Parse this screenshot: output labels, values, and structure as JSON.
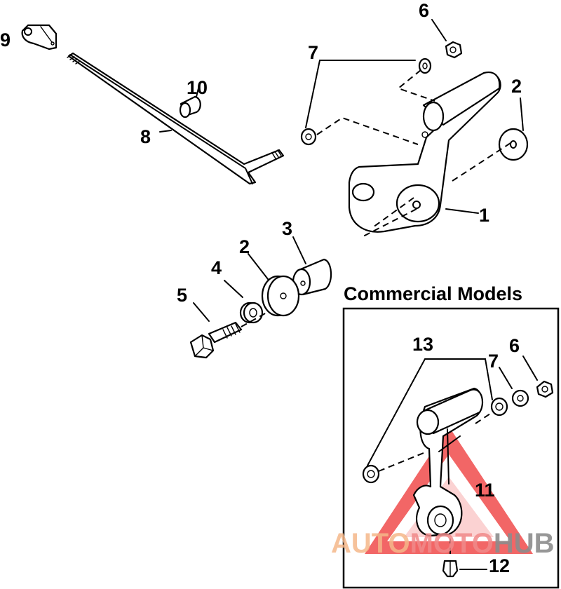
{
  "callouts": {
    "c1": "1",
    "c2a": "2",
    "c2b": "2",
    "c3": "3",
    "c4": "4",
    "c5": "5",
    "c6a": "6",
    "c6b": "6",
    "c7a": "7",
    "c7b": "7",
    "c8": "8",
    "c9": "9",
    "c10": "10",
    "c11": "11",
    "c12": "12",
    "c13": "13"
  },
  "inset": {
    "title": "Commercial Models"
  },
  "watermark": {
    "text_a": "AUTO",
    "text_b": "MOTO",
    "text_c": "HUB",
    "color_a": "#f5b78a",
    "color_b": "#f08a8a",
    "color_c": "#8c8c8c",
    "triangle_color": "#ee3333"
  }
}
